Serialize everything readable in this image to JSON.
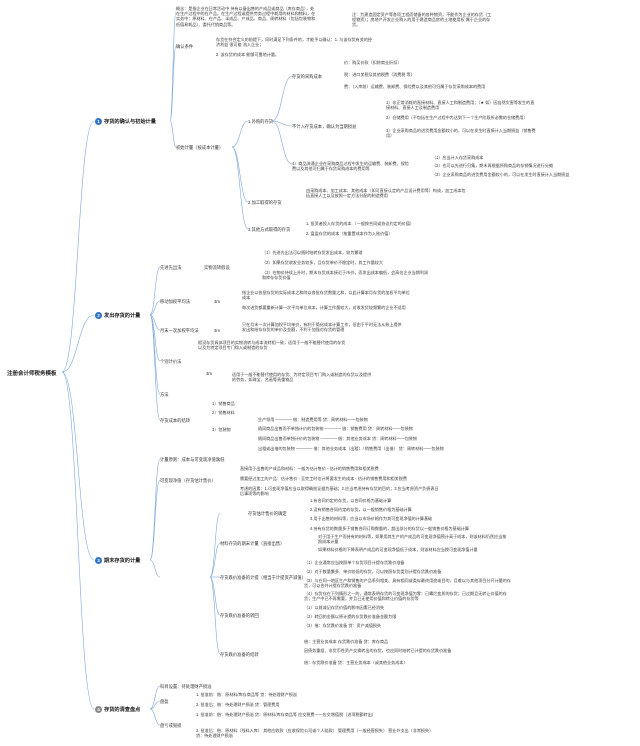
{
  "root": {
    "label": "注册会计师税务模板"
  },
  "branches": [
    {
      "num": "1",
      "label": "存货的确认与初始计量",
      "color": "#2f74c0"
    },
    {
      "num": "2",
      "label": "发出存货的计量",
      "color": "#2f74c0"
    },
    {
      "num": "3",
      "label": "期末存货的计量",
      "color": "#2f74c0"
    },
    {
      "num": "4",
      "label": "存货的清查盘点",
      "color": "#8a8a8a"
    }
  ],
  "b1": {
    "concept": "概念：是指企业在日常活动中 持有以备出售的产成品或商品（库存商品），处在生产过程中的在产品，在生产过程或提供劳务过程中耗用的材料和物料，在实务中：原材料、在产品、半成品、产成品、商品、周转材料（包括包装物和低值易耗品）、委托代销商品等。",
    "concept_note": "注：为建造固定资产等各项工程而储备的各种物资，不能作为企业的存货（工程物资）；房地产开发企业购入的用于建造商品房的土地使用权 属于企业的存货。",
    "recognize": "确认条件",
    "recognize_1": "存货在符合定义的前提下，同时满足下列条件的，才能予以确认：1. 与该存货有关的经济利益 很可能 流入企业；",
    "recognize_2": "2. 该存货的成本 能够可靠地计量。",
    "initial": "初始计量（按成本计量）",
    "purchase": "1.外购的存货",
    "cost": "存货的采购成本",
    "price": "价：购买价款（扣除商业折扣）",
    "tax": "税：进口关税及其他税费（消费税 等）",
    "fee": "费：（入库前）运输费、装卸费、保险费以及其他可归属于存货采购成本的费用",
    "other_cost": "不计入存货成本，确认为当期损益",
    "other_1": "1）非正常消耗的直接材料、直接人工和制造费用；（★ 如）因自然灾害等发生的直接材料、直接人工及制造费用",
    "other_2": "2）仓储费用（不包括在生产过程中为达到下一个生产阶段所必需的仓储费用）",
    "other_3": "3）企业采购商品的进货费用金额较小的，可以在发生时直接计入当期损益（销售费用）",
    "other_4": "4）商品流通企业在采购商品过程中发生的运输费、装卸费、保险费以及其他可归属于存货采购成本的费用等",
    "other_4a": "（1）应当计入存货采购成本",
    "other_4b": "（2）也可以先进行归集，期末再根据所购商品的存销情况进行分摊",
    "other_4c": "（3）企业采购商品的进货费用金额较小的，可以在发生时直接计入当期损益",
    "process": "2.加工取得的存货",
    "process_text": "由采购成本、加工成本、其他成本（如可直接认定的产品设计费用等）构成，加工成本包括直接人工以及按照一定方法分配的制造费用",
    "other_way": "3.其他方式取得的存货",
    "other_way_1": "1. 投资者投入存货的成本 （一般按合同或协议约定的价值）",
    "other_way_2": "2. 盘盈存货的成本（按重置成本作为入账价值）"
  },
  "b2": {
    "principle": "先进先出法",
    "principle_desc": "实物流转假设",
    "fifo_1": "（1）先进先出法可以随时结转存货发出成本，较为繁琐",
    "fifo_2": "（2）如果存货收发业务较多，且存货单价不稳定时，其工作量较大",
    "fifo_3": "（3）在物价持续上升时，期末存货成本接近于市价，而发出成本偏低，会高估企业当期利润和库存存货价值",
    "weighted": "移动加权平均法",
    "weighted_tag": "3m",
    "weighted_1": "指企业以各批存货的实际成本之和除以各批存货数量之和，以此计算本月存货的加权平均单位成本",
    "weighted_2": "每次进货都要重新计算一次平均单位成本，计算工作量较大，对收发货较频繁的企业不适用",
    "monthly": "月末一次加权平均法",
    "monthly_tag": "3m",
    "monthly_1": "只在月末一次计算加权平均单价，有利于简化成本计算工作，但由于平时无法从账上提供发出和结存存货的单价及金额，不利于加强对存货的管理",
    "specific": "个别计价法",
    "specific_tag": "3m",
    "specific_1": "假设存货具体项目的实物流转与成本流转相一致，适用于一般不能替代使用的存货以及为特定项目专门购入或制造的存货",
    "specific_2": "适用于一般不能替代使用的存货、为特定项目专门购入或制造的存货以及提供的劳务，如珠宝、名画等贵重物品",
    "method": "方法",
    "carry": "存货成本的结转",
    "carry_1": "1）销售商品",
    "carry_2": "2）销售材料",
    "carry_3": "3）包装物",
    "carry_3a": "生产领用 ———— 借：制造费用等   贷：周转材料——包装物",
    "carry_3b": "随同商品出售而不单独计价的包装物 ———— 借：销售费用  贷：周转材料——包装物",
    "carry_3c": "随同商品出售而单独计价的包装物 ———— 借：其他业务成本  贷：周转材料——包装物",
    "carry_3d": "出租或出借的包装物 ———— 借：其他业务成本（出租）/ 销售费用（出借） 贷：周转材料——包装物"
  },
  "b3": {
    "principle": "计量原则：成本与可变现净值孰低",
    "nrv": "可变现净值（存货估计售价）",
    "nrv_1": "直接用于出售的产成品和材料：一般为估计售价 - 估计的销售费用和相关税费",
    "nrv_2": "需要经过加工的产品：估计售价 - 至完工时估计将要发生的成本 - 估计的销售费用和相关税费",
    "nrv_3": "考虑的因素：1.可变现净值应当以取得确凿证据为基础；2.应当考虑持有存货的目的；3.应当考虑资产负债表日后事项等的影响",
    "estimate": "存货估计售价的确定",
    "estimate_1": "1.有合同约定的存货，以合同价格为基础计算",
    "estimate_2": "2.没有销售合同约定的存货，以一般销售价格为基础计算",
    "estimate_3": "3.用于出售的材料等，应当以市场价格作为其可变现净值的计算基础",
    "estimate_4": "4.持有存货的数量多于销售合同订购数量的，超出部分的存货以一般销售价格为基础计算",
    "material": "材料存货的期末计量（直接出售）",
    "material_1": "对于用于生产而持有的材料等，如果用其生产的产成品的可变现净值预计高于成本，则该材料仍然应当按照成本计量",
    "material_2": "如果材料价格的下降表明产成品的可变现净值低于成本，则该材料应当按可变现净值计量",
    "provision": "存货跌价准备的计提（相当于计提资产减值）",
    "provision_1": "（1）企业通常应当按照单个存货项目计提存货跌价准备",
    "provision_2": "（2）对于数量繁多、单价较低的存货，可以按照存货类别计提存货跌价准备",
    "provision_3": "（3）与在同一地区生产和销售的产品系列相关、具有相同或类似最终用途或目的，且难以与其他项目分开计量的存货，可以合并计提存货跌价准备",
    "provision_4": "（4）存货存在下列情形之一的，通常表明存货的可变现净值为零：已霉烂变质的存货；已过期且无转让价值的存货；生产中已不再需要，并且已无使用价值和转让价值的存货等",
    "reverse": "存货跌价准备的转回",
    "reverse_1": "（1）以前减记存货价值的影响因素已经消失",
    "reverse_2": "（2）转回的金额以原计提的存货跌价准备金额为限",
    "reverse_3": "（3）借：存货跌价准备  贷：资产减值损失",
    "writeoff": "存货跌价准备的结转",
    "writeoff_1": "借：主营业务成本  存货跌价准备  贷：库存商品",
    "writeoff_2": "因债务重组、非货币性资产交换转出的存货，也应同时结转已计提的存货跌价准备",
    "writeoff_3": "借：存货跌价准备  贷：主营业务成本（或其他业务成本）"
  },
  "b4": {
    "account": "科目设置：待处理财产损溢",
    "surplus": "盘盈",
    "surplus_1": "1. 批准前：借：原材料/库存商品等   贷：待处理财产损溢",
    "surplus_2": "2. 批准后：借：待处理财产损溢   贷：管理费用",
    "loss": "盘亏或毁损",
    "loss_1": "1. 批准前：借：待处理财产损溢   贷：原材料/库存商品等   应交税费——应交增值税（进项税额转出）",
    "loss_2": "2. 批准后：借：原材料（残料入库）  其他应收款（应收保险公司或个人赔款）  管理费用（一般经营损失）  营业外支出（非常损失）  贷：待处理财产损溢"
  }
}
